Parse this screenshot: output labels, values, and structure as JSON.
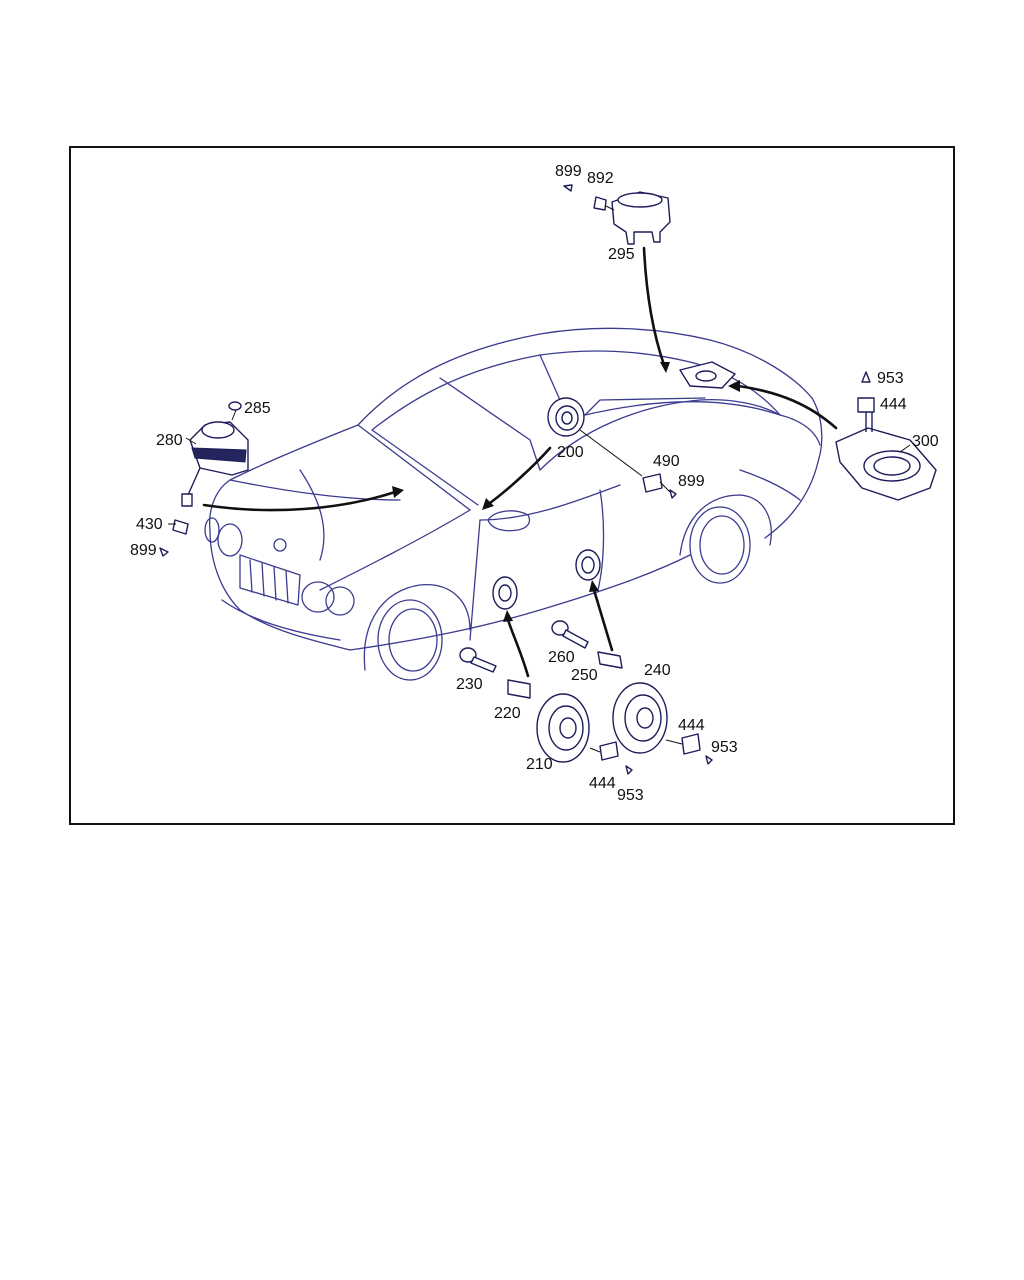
{
  "colors": {
    "frame": "#111111",
    "car_outline": "#3b3b8f",
    "part_outline": "#1d1d5a",
    "label_text": "#111111"
  },
  "labels": {
    "p899_top": "899",
    "p892": "892",
    "p295": "295",
    "p285": "285",
    "p280": "280",
    "p430": "430",
    "p899_left": "899",
    "p200": "200",
    "p490": "490",
    "p899_mid": "899",
    "p953_right": "953",
    "p444_right": "444",
    "p300": "300",
    "p260": "260",
    "p250": "250",
    "p240": "240",
    "p230": "230",
    "p220": "220",
    "p210": "210",
    "p444_bottom": "444",
    "p953_bottom": "953",
    "p444_lower_right": "444",
    "p953_lower_right": "953"
  }
}
